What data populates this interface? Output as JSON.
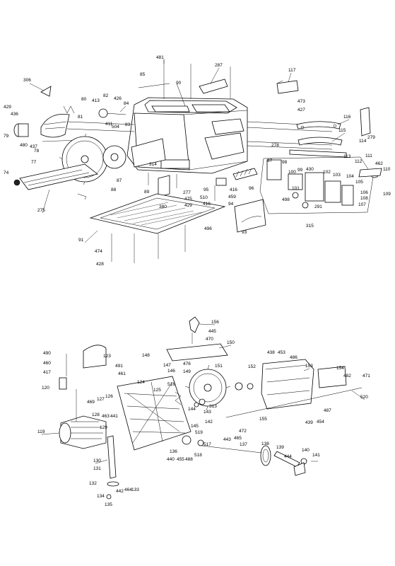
{
  "diagram": {
    "type": "exploded-parts-diagram",
    "upper_labels": [
      "481",
      "85",
      "90",
      "287",
      "117",
      "306",
      "429",
      "436",
      "80",
      "413",
      "426",
      "84",
      "82",
      "473",
      "427",
      "83",
      "504",
      "116",
      "115",
      "279",
      "81",
      "411",
      "79",
      "480",
      "437",
      "78",
      "278",
      "114",
      "113",
      "110",
      "462",
      "112",
      "111",
      "97",
      "98",
      "99",
      "100",
      "430",
      "102",
      "103",
      "104",
      "105",
      "106",
      "108",
      "107",
      "109",
      "101",
      "498",
      "291",
      "315",
      "77",
      "74",
      "275",
      "88",
      "87",
      "89",
      "314",
      "380",
      "277",
      "475",
      "429",
      "95",
      "510",
      "416",
      "96",
      "459",
      "418",
      "94",
      "496",
      "93",
      "91",
      "474",
      "428"
    ],
    "lower_labels": [
      "156",
      "445",
      "470",
      "148",
      "150",
      "476",
      "147",
      "146",
      "149",
      "151",
      "152",
      "438",
      "453",
      "486",
      "153",
      "154",
      "482",
      "471",
      "520",
      "490",
      "123",
      "491",
      "460",
      "461",
      "417",
      "124",
      "120",
      "126",
      "469",
      "127",
      "128",
      "463",
      "441",
      "125",
      "516",
      "144",
      "313",
      "143",
      "145",
      "142",
      "439",
      "487",
      "454",
      "155",
      "119",
      "129",
      "519",
      "472",
      "443",
      "465",
      "137",
      "517",
      "518",
      "136",
      "440",
      "455",
      "488",
      "138",
      "139",
      "140",
      "141",
      "444",
      "130",
      "131",
      "132",
      "442",
      "464",
      "133",
      "134",
      "135"
    ]
  }
}
